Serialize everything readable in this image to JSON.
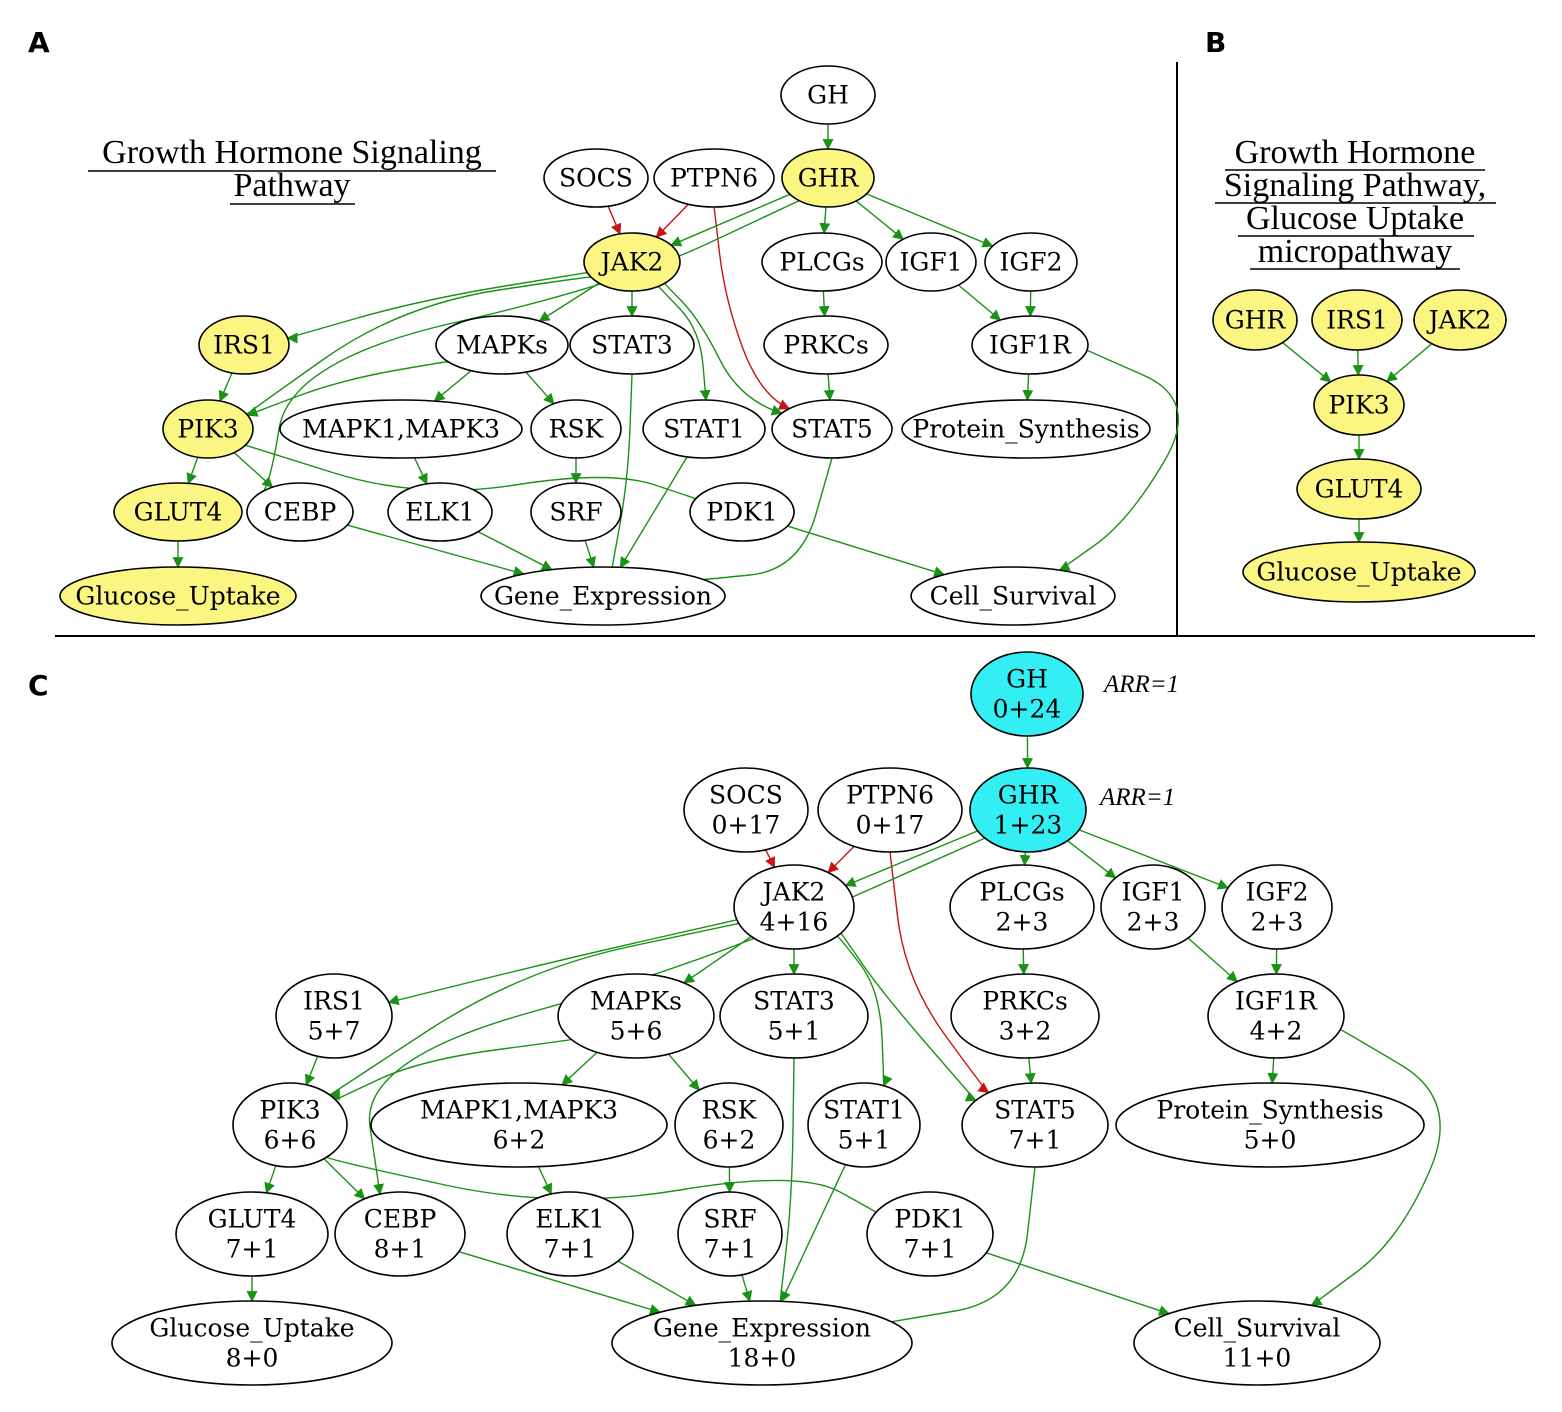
{
  "panels": {
    "A": {
      "letter": "A",
      "title_lines": [
        "Growth Hormone Signaling",
        "Pathway"
      ],
      "nodes": [
        {
          "id": "GH",
          "lines": [
            "GH"
          ],
          "fill": "white"
        },
        {
          "id": "SOCS",
          "lines": [
            "SOCS"
          ],
          "fill": "white"
        },
        {
          "id": "PTPN6",
          "lines": [
            "PTPN6"
          ],
          "fill": "white"
        },
        {
          "id": "GHR",
          "lines": [
            "GHR"
          ],
          "fill": "yellow"
        },
        {
          "id": "JAK2",
          "lines": [
            "JAK2"
          ],
          "fill": "yellow"
        },
        {
          "id": "PLCGs",
          "lines": [
            "PLCGs"
          ],
          "fill": "white"
        },
        {
          "id": "IGF1",
          "lines": [
            "IGF1"
          ],
          "fill": "white"
        },
        {
          "id": "IGF2",
          "lines": [
            "IGF2"
          ],
          "fill": "white"
        },
        {
          "id": "IRS1",
          "lines": [
            "IRS1"
          ],
          "fill": "yellow"
        },
        {
          "id": "MAPKs",
          "lines": [
            "MAPKs"
          ],
          "fill": "white"
        },
        {
          "id": "STAT3",
          "lines": [
            "STAT3"
          ],
          "fill": "white"
        },
        {
          "id": "PRKCs",
          "lines": [
            "PRKCs"
          ],
          "fill": "white"
        },
        {
          "id": "IGF1R",
          "lines": [
            "IGF1R"
          ],
          "fill": "white"
        },
        {
          "id": "PIK3",
          "lines": [
            "PIK3"
          ],
          "fill": "yellow"
        },
        {
          "id": "MAPK13",
          "lines": [
            "MAPK1,MAPK3"
          ],
          "fill": "white"
        },
        {
          "id": "RSK",
          "lines": [
            "RSK"
          ],
          "fill": "white"
        },
        {
          "id": "STAT1",
          "lines": [
            "STAT1"
          ],
          "fill": "white"
        },
        {
          "id": "STAT5",
          "lines": [
            "STAT5"
          ],
          "fill": "white"
        },
        {
          "id": "PS",
          "lines": [
            "Protein_Synthesis"
          ],
          "fill": "white"
        },
        {
          "id": "GLUT4",
          "lines": [
            "GLUT4"
          ],
          "fill": "yellow"
        },
        {
          "id": "CEBP",
          "lines": [
            "CEBP"
          ],
          "fill": "white"
        },
        {
          "id": "ELK1",
          "lines": [
            "ELK1"
          ],
          "fill": "white"
        },
        {
          "id": "SRF",
          "lines": [
            "SRF"
          ],
          "fill": "white"
        },
        {
          "id": "PDK1",
          "lines": [
            "PDK1"
          ],
          "fill": "white"
        },
        {
          "id": "GU",
          "lines": [
            "Glucose_Uptake"
          ],
          "fill": "yellow"
        },
        {
          "id": "GE",
          "lines": [
            "Gene_Expression"
          ],
          "fill": "white"
        },
        {
          "id": "CS",
          "lines": [
            "Cell_Survival"
          ],
          "fill": "white"
        }
      ]
    },
    "B": {
      "letter": "B",
      "title_lines": [
        "Growth Hormone",
        "Signaling Pathway,",
        "Glucose Uptake",
        "micropathway"
      ],
      "nodes": [
        {
          "id": "GHR",
          "lines": [
            "GHR"
          ],
          "fill": "yellow"
        },
        {
          "id": "IRS1",
          "lines": [
            "IRS1"
          ],
          "fill": "yellow"
        },
        {
          "id": "JAK2",
          "lines": [
            "JAK2"
          ],
          "fill": "yellow"
        },
        {
          "id": "PIK3",
          "lines": [
            "PIK3"
          ],
          "fill": "yellow"
        },
        {
          "id": "GLUT4",
          "lines": [
            "GLUT4"
          ],
          "fill": "yellow"
        },
        {
          "id": "GU",
          "lines": [
            "Glucose_Uptake"
          ],
          "fill": "yellow"
        }
      ]
    },
    "C": {
      "letter": "C",
      "annotations": [
        "ARR=1",
        "ARR=1"
      ],
      "nodes": [
        {
          "id": "GH",
          "lines": [
            "GH",
            "0+24"
          ],
          "fill": "cyan"
        },
        {
          "id": "GHR",
          "lines": [
            "GHR",
            "1+23"
          ],
          "fill": "cyan"
        },
        {
          "id": "SOCS",
          "lines": [
            "SOCS",
            "0+17"
          ],
          "fill": "white"
        },
        {
          "id": "PTPN6",
          "lines": [
            "PTPN6",
            "0+17"
          ],
          "fill": "white"
        },
        {
          "id": "JAK2",
          "lines": [
            "JAK2",
            "4+16"
          ],
          "fill": "white"
        },
        {
          "id": "PLCGs",
          "lines": [
            "PLCGs",
            "2+3"
          ],
          "fill": "white"
        },
        {
          "id": "IGF1",
          "lines": [
            "IGF1",
            "2+3"
          ],
          "fill": "white"
        },
        {
          "id": "IGF2",
          "lines": [
            "IGF2",
            "2+3"
          ],
          "fill": "white"
        },
        {
          "id": "IRS1",
          "lines": [
            "IRS1",
            "5+7"
          ],
          "fill": "white"
        },
        {
          "id": "MAPKs",
          "lines": [
            "MAPKs",
            "5+6"
          ],
          "fill": "white"
        },
        {
          "id": "STAT3",
          "lines": [
            "STAT3",
            "5+1"
          ],
          "fill": "white"
        },
        {
          "id": "PRKCs",
          "lines": [
            "PRKCs",
            "3+2"
          ],
          "fill": "white"
        },
        {
          "id": "IGF1R",
          "lines": [
            "IGF1R",
            "4+2"
          ],
          "fill": "white"
        },
        {
          "id": "PIK3",
          "lines": [
            "PIK3",
            "6+6"
          ],
          "fill": "white"
        },
        {
          "id": "MAPK13",
          "lines": [
            "MAPK1,MAPK3",
            "6+2"
          ],
          "fill": "white"
        },
        {
          "id": "RSK",
          "lines": [
            "RSK",
            "6+2"
          ],
          "fill": "white"
        },
        {
          "id": "STAT1",
          "lines": [
            "STAT1",
            "5+1"
          ],
          "fill": "white"
        },
        {
          "id": "STAT5",
          "lines": [
            "STAT5",
            "7+1"
          ],
          "fill": "white"
        },
        {
          "id": "PS",
          "lines": [
            "Protein_Synthesis",
            "5+0"
          ],
          "fill": "white"
        },
        {
          "id": "GLUT4",
          "lines": [
            "GLUT4",
            "7+1"
          ],
          "fill": "white"
        },
        {
          "id": "CEBP",
          "lines": [
            "CEBP",
            "8+1"
          ],
          "fill": "white"
        },
        {
          "id": "ELK1",
          "lines": [
            "ELK1",
            "7+1"
          ],
          "fill": "white"
        },
        {
          "id": "SRF",
          "lines": [
            "SRF",
            "7+1"
          ],
          "fill": "white"
        },
        {
          "id": "PDK1",
          "lines": [
            "PDK1",
            "7+1"
          ],
          "fill": "white"
        },
        {
          "id": "GU",
          "lines": [
            "Glucose_Uptake",
            "8+0"
          ],
          "fill": "white"
        },
        {
          "id": "GE",
          "lines": [
            "Gene_Expression",
            "18+0"
          ],
          "fill": "white"
        },
        {
          "id": "CS",
          "lines": [
            "Cell_Survival",
            "11+0"
          ],
          "fill": "white"
        }
      ]
    }
  },
  "edges_main": [
    {
      "from": "GH",
      "to": "GHR",
      "type": "activation"
    },
    {
      "from": "SOCS",
      "to": "JAK2",
      "type": "inhibition"
    },
    {
      "from": "PTPN6",
      "to": "JAK2",
      "type": "inhibition"
    },
    {
      "from": "PTPN6",
      "to": "STAT5",
      "type": "inhibition"
    },
    {
      "from": "GHR",
      "to": "JAK2",
      "type": "activation"
    },
    {
      "from": "GHR",
      "to": "PLCGs",
      "type": "activation"
    },
    {
      "from": "GHR",
      "to": "IGF1",
      "type": "activation"
    },
    {
      "from": "GHR",
      "to": "IGF2",
      "type": "activation"
    },
    {
      "from": "GHR",
      "to": "CEBP",
      "type": "activation"
    },
    {
      "from": "JAK2",
      "to": "IRS1",
      "type": "activation"
    },
    {
      "from": "JAK2",
      "to": "MAPKs",
      "type": "activation"
    },
    {
      "from": "JAK2",
      "to": "STAT3",
      "type": "activation"
    },
    {
      "from": "JAK2",
      "to": "STAT1",
      "type": "activation"
    },
    {
      "from": "JAK2",
      "to": "STAT5",
      "type": "activation"
    },
    {
      "from": "JAK2",
      "to": "PIK3",
      "type": "activation"
    },
    {
      "from": "PLCGs",
      "to": "PRKCs",
      "type": "activation"
    },
    {
      "from": "PRKCs",
      "to": "STAT5",
      "type": "activation"
    },
    {
      "from": "IGF1",
      "to": "IGF1R",
      "type": "activation"
    },
    {
      "from": "IGF2",
      "to": "IGF1R",
      "type": "activation"
    },
    {
      "from": "IGF1R",
      "to": "PS",
      "type": "activation"
    },
    {
      "from": "IGF1R",
      "to": "CS",
      "type": "activation"
    },
    {
      "from": "IRS1",
      "to": "PIK3",
      "type": "activation"
    },
    {
      "from": "MAPKs",
      "to": "MAPK13",
      "type": "activation"
    },
    {
      "from": "MAPKs",
      "to": "RSK",
      "type": "activation"
    },
    {
      "from": "MAPKs",
      "to": "PIK3",
      "type": "activation"
    },
    {
      "from": "STAT3",
      "to": "GE",
      "type": "activation"
    },
    {
      "from": "MAPK13",
      "to": "ELK1",
      "type": "activation"
    },
    {
      "from": "RSK",
      "to": "SRF",
      "type": "activation"
    },
    {
      "from": "STAT1",
      "to": "GE",
      "type": "activation"
    },
    {
      "from": "STAT5",
      "to": "GE",
      "type": "activation"
    },
    {
      "from": "PIK3",
      "to": "GLUT4",
      "type": "activation"
    },
    {
      "from": "PIK3",
      "to": "CEBP",
      "type": "activation"
    },
    {
      "from": "PIK3",
      "to": "PDK1",
      "type": "activation"
    },
    {
      "from": "GLUT4",
      "to": "GU",
      "type": "activation"
    },
    {
      "from": "CEBP",
      "to": "GE",
      "type": "activation"
    },
    {
      "from": "ELK1",
      "to": "GE",
      "type": "activation"
    },
    {
      "from": "SRF",
      "to": "GE",
      "type": "activation"
    },
    {
      "from": "PDK1",
      "to": "CS",
      "type": "activation"
    }
  ],
  "edges_B": [
    {
      "from": "GHR",
      "to": "PIK3",
      "type": "activation"
    },
    {
      "from": "IRS1",
      "to": "PIK3",
      "type": "activation"
    },
    {
      "from": "JAK2",
      "to": "PIK3",
      "type": "activation"
    },
    {
      "from": "PIK3",
      "to": "GLUT4",
      "type": "activation"
    },
    {
      "from": "GLUT4",
      "to": "GU",
      "type": "activation"
    }
  ],
  "colors": {
    "yellow": "#fbf582",
    "cyan": "#33eef2",
    "white": "#ffffff",
    "activation": "#1a9216",
    "inhibition": "#c81414"
  }
}
